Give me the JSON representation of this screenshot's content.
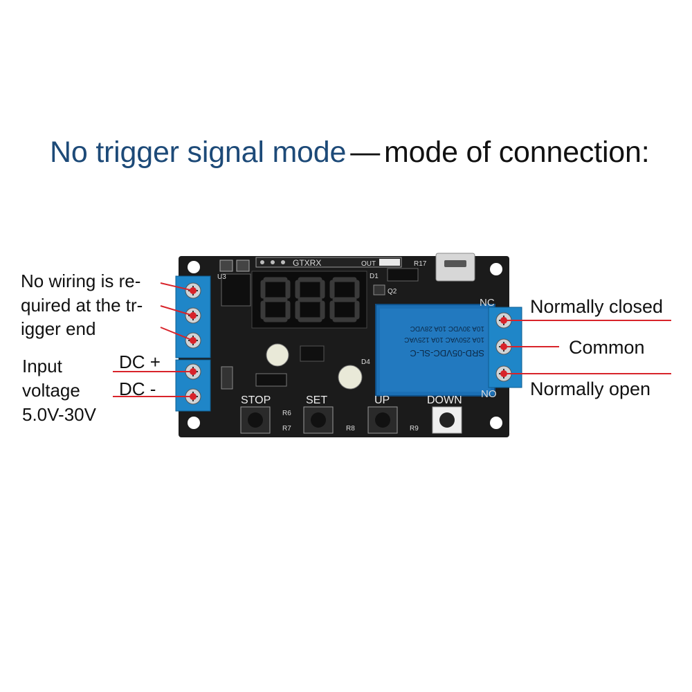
{
  "title": {
    "part1": "No trigger signal mode",
    "dash": "—",
    "part2": "mode of connection:"
  },
  "left_labels": {
    "trigger_note_line1": "No wiring is re-",
    "trigger_note_line2": "quired at the tr-",
    "trigger_note_line3": "igger end",
    "dc_plus": "DC +",
    "dc_minus": "DC -",
    "input_line1": "Input",
    "input_line2": "voltage",
    "input_line3": "5.0V-30V"
  },
  "right_labels": {
    "normally_closed": "Normally closed",
    "common": "Common",
    "normally_open": "Normally open"
  },
  "board": {
    "header_text": "GTXRX",
    "out_label": "OUT",
    "nc_label": "NC",
    "no_label": "NO",
    "u3": "U3",
    "d1": "D1",
    "q2": "Q2",
    "d4": "D4",
    "r17": "R17",
    "relay_line1": "SRD-05VDC-SL-C",
    "relay_line2": "10A 250VAC 10A 125VAC",
    "relay_line3": "10A 30VDC 10A 28VDC",
    "buttons": [
      "STOP",
      "SET",
      "UP",
      "DOWN"
    ],
    "resistors": [
      "R6",
      "R7",
      "R8",
      "R9"
    ],
    "display": "888"
  },
  "colors": {
    "title_blue": "#1d4a78",
    "leader_red": "#d8232a",
    "terminal_blue": "#1f86c8",
    "pcb": "#1b1b1b",
    "led_red": "#e0242a"
  }
}
